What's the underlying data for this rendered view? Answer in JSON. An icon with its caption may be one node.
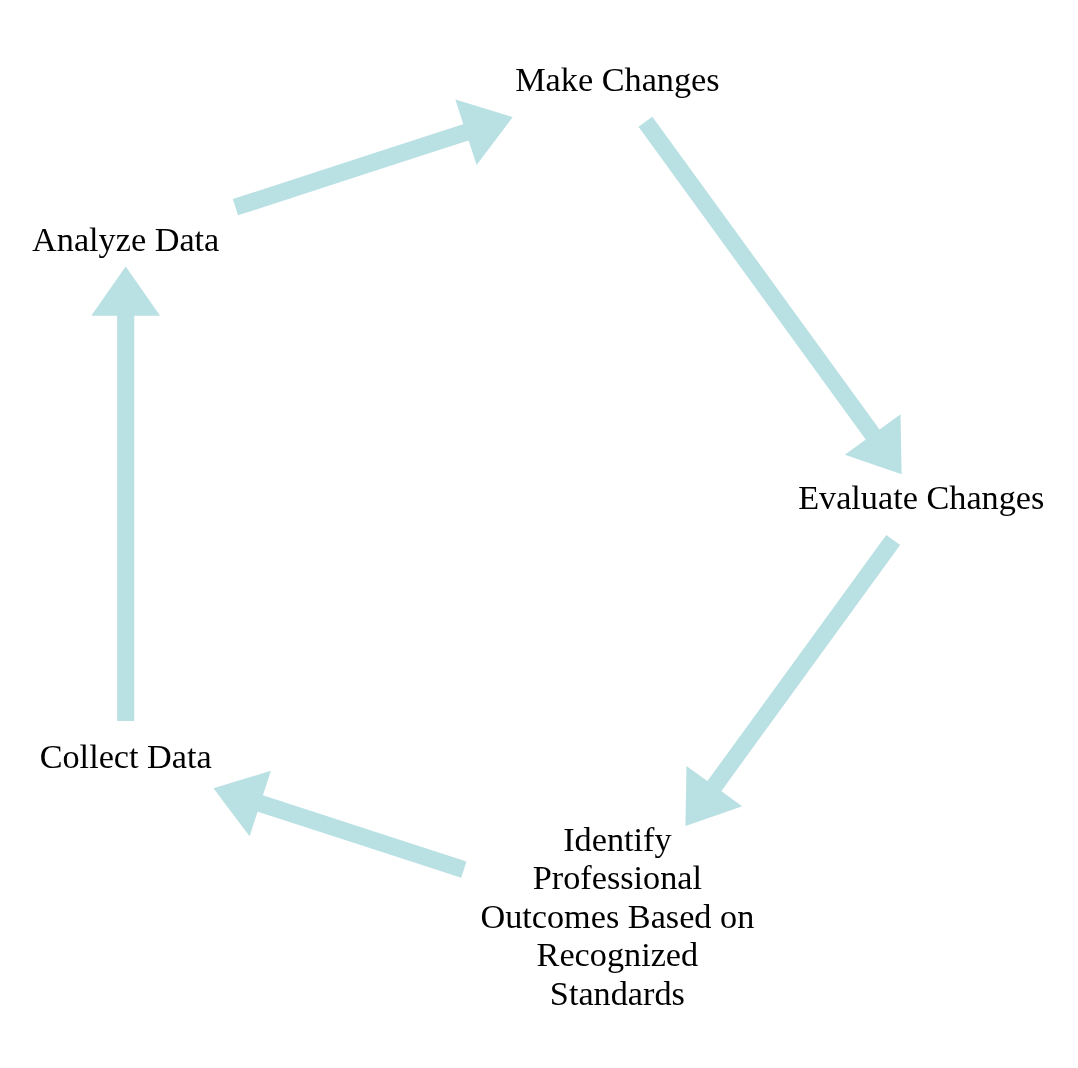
{
  "diagram": {
    "nodes": [
      {
        "text": [
          "Identify Professional Outcomes Based on Recognized Standards"
        ]
      },
      {
        "text": [
          "Collect Data"
        ]
      },
      {
        "text": [
          "Analyze Data"
        ]
      },
      {
        "text": [
          "Make Changes"
        ]
      },
      {
        "text": [
          "Evaluate Changes"
        ]
      }
    ],
    "edges": [
      {
        "from": 0,
        "to": 1,
        "arrow": "to"
      },
      {
        "from": 1,
        "to": 2,
        "arrow": "to"
      },
      {
        "from": 2,
        "to": 3,
        "arrow": "to"
      },
      {
        "from": 3,
        "to": 4,
        "arrow": "to"
      },
      {
        "from": 4,
        "to": 0,
        "arrow": "to"
      }
    ]
  }
}
